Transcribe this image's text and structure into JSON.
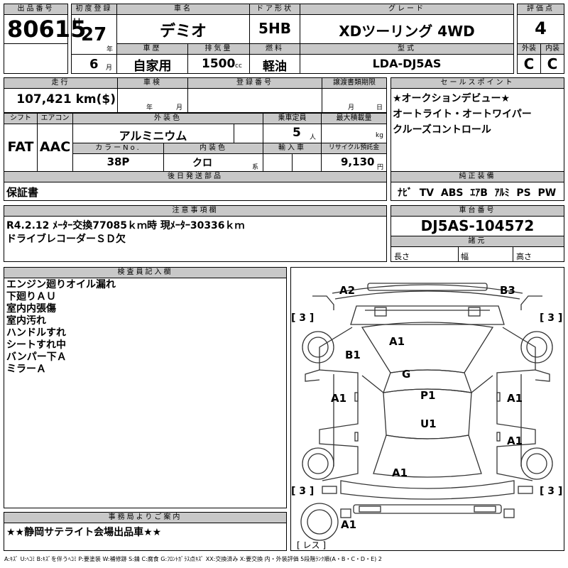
{
  "header": {
    "lot_label": "出品番号",
    "lot": "80615",
    "first_reg_label": "初度登録",
    "era": "H",
    "year": "27",
    "year_unit": "年",
    "month": "6",
    "month_unit": "月",
    "car_name_label": "車名",
    "car_name": "デミオ",
    "door_label": "ドア形状",
    "door": "5HB",
    "grade_label": "グレード",
    "grade": "XDツーリング 4WD",
    "score_label": "評価点",
    "score": "4",
    "history_label": "車歴",
    "history": "自家用",
    "displacement_label": "排気量",
    "displacement": "1500",
    "displacement_unit": "cc",
    "fuel_label": "燃料",
    "fuel": "軽油",
    "model_label": "型式",
    "model": "LDA-DJ5AS",
    "exterior_label": "外装",
    "exterior": "C",
    "interior_label": "内装",
    "interior": "C"
  },
  "row2": {
    "mileage_label": "走行",
    "mileage": "107,421 km($)",
    "inspection_label": "車検",
    "inspection_year_unit": "年",
    "inspection_month_unit": "月",
    "registration_label": "登録番号",
    "transfer_label": "譲渡書類期限",
    "transfer_month_unit": "月",
    "transfer_day_unit": "日",
    "sales_points_label": "セールスポイント",
    "sales_points": [
      "★オークションデビュー★",
      "オートライト・オートワイパー",
      "クルーズコントロール"
    ],
    "shift_label": "シフト",
    "shift": "FAT",
    "ac_label": "エアコン",
    "ac": "AAC",
    "exterior_color_label": "外装色",
    "exterior_color": "アルミニウム",
    "capacity_label": "乗車定員",
    "capacity": "5",
    "capacity_unit": "人",
    "max_load_label": "最大積載量",
    "max_load_unit": "kg",
    "color_no_label": "カラーNo.",
    "color_no": "38P",
    "interior_color_label": "内装色",
    "interior_color": "クロ",
    "interior_color_unit": "系",
    "import_label": "輸入車",
    "recycle_label": "リサイクル預託金",
    "recycle": "9,130",
    "recycle_unit": "円"
  },
  "later_parts": {
    "label": "後日発送部品",
    "value": "保証書"
  },
  "equipment": {
    "label": "純正装備",
    "items": [
      "ﾅﾋﾞ",
      "TV",
      "ABS",
      "ｴｱB",
      "ｱﾙﾐ",
      "PS",
      "PW"
    ]
  },
  "notes": {
    "label": "注意事項欄",
    "lines": [
      "R4.2.12 ﾒｰﾀｰ交換77085ｋｍ時 現ﾒｰﾀｰ30336ｋｍ",
      "ドライブレコーダーＳＤ欠"
    ]
  },
  "chassis": {
    "label": "車台番号",
    "value": "DJ5AS-104572",
    "dims_label": "諸元",
    "length_label": "長さ",
    "width_label": "幅",
    "height_label": "高さ"
  },
  "inspector": {
    "label": "検査員記入欄",
    "lines": [
      "エンジン廻りオイル漏れ",
      "下廻りＡＵ",
      "室内内張傷",
      "室内汚れ",
      "ハンドルすれ",
      "シートすれ中",
      "バンパー下Ａ",
      "ミラーＡ"
    ]
  },
  "office": {
    "label": "事務局よりご案内",
    "value": "★★静岡サテライト会場出品車★★"
  },
  "diagram": {
    "marks": {
      "front_left": "A2",
      "front_right": "B3",
      "hood": "A1",
      "fender_left": "B1",
      "glass": "G",
      "door_front_left": "A1",
      "door_front_right": "A1",
      "roof": "P1",
      "underbody": "U1",
      "door_rear_right": "A1",
      "trunk": "A1",
      "rear_left": "A1"
    },
    "tires": {
      "front_left": "3",
      "front_right": "3",
      "rear_left": "3",
      "rear_right": "3"
    },
    "spare": "レス"
  },
  "legend": "A:ｷｽﾞ U:ﾍｺﾐ B:ｷｽﾞを伴うﾍｺﾐ P:要塗装 W:補修跡 S:錆 C:腐食 G:ﾌﾛﾝﾄｶﾞﾗｽ点ｷｽﾞ XX:交換済み X:要交換 内・外装評価 5段階ﾗﾝｸ順(A・B・C・D・E) 2",
  "colors": {
    "header_bg": "#c8c8c8",
    "border": "#000000"
  }
}
